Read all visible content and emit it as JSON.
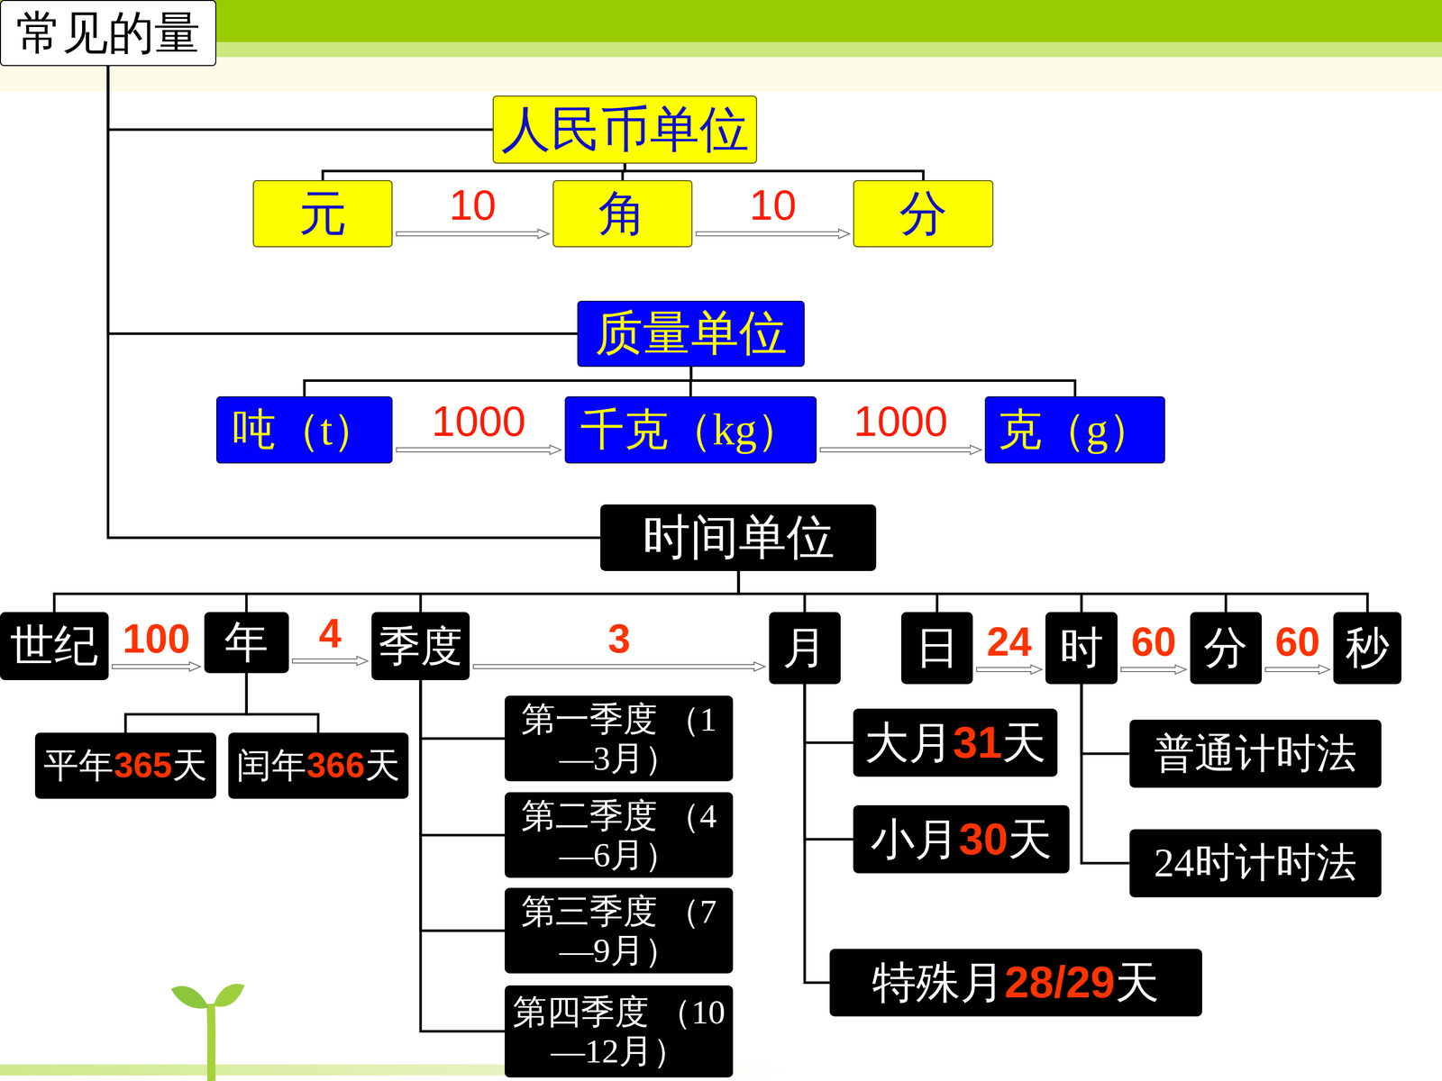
{
  "diagram": {
    "nodes": [
      {
        "text": [
          "常见的量"
        ]
      },
      {
        "text": [
          "人民币单位"
        ]
      },
      {
        "text": [
          "元"
        ]
      },
      {
        "text": [
          "角"
        ]
      },
      {
        "text": [
          "分"
        ]
      },
      {
        "text": [
          "质量单位"
        ]
      },
      {
        "text": [
          "吨（t）"
        ]
      },
      {
        "text": [
          "千克（kg）"
        ]
      },
      {
        "text": [
          "克（g）"
        ]
      },
      {
        "text": [
          "时间单位"
        ]
      },
      {
        "text": [
          "世纪"
        ]
      },
      {
        "text": [
          "年"
        ]
      },
      {
        "text": [
          "季度"
        ]
      },
      {
        "text": [
          "月"
        ]
      },
      {
        "text": [
          "日"
        ]
      },
      {
        "text": [
          "时"
        ]
      },
      {
        "text": [
          "分"
        ]
      },
      {
        "text": [
          "秒"
        ]
      },
      {
        "text": [
          "平年365天"
        ]
      },
      {
        "text": [
          "闰年366天"
        ]
      },
      {
        "text": [
          "第一季度 （1—3月）"
        ]
      },
      {
        "text": [
          "第二季度 （4—6月）"
        ]
      },
      {
        "text": [
          "第三季度 （7—9月）"
        ]
      },
      {
        "text": [
          "第四季度 （10—12月）"
        ]
      },
      {
        "text": [
          "大月31天"
        ]
      },
      {
        "text": [
          "小月30天"
        ]
      },
      {
        "text": [
          "特殊月28/29天"
        ]
      },
      {
        "text": [
          "普通计时法"
        ]
      },
      {
        "text": [
          "24时计时法"
        ]
      }
    ],
    "edges": [
      {
        "from": 0,
        "to": 1,
        "arrow": "none"
      },
      {
        "from": 0,
        "to": 5,
        "arrow": "none"
      },
      {
        "from": 0,
        "to": 9,
        "arrow": "none"
      },
      {
        "from": 1,
        "to": 2,
        "arrow": "none"
      },
      {
        "from": 1,
        "to": 3,
        "arrow": "none"
      },
      {
        "from": 1,
        "to": 4,
        "arrow": "none"
      },
      {
        "from": 2,
        "to": 3,
        "arrow": "to",
        "label": "10"
      },
      {
        "from": 3,
        "to": 4,
        "arrow": "to",
        "label": "10"
      },
      {
        "from": 5,
        "to": 6,
        "arrow": "none"
      },
      {
        "from": 5,
        "to": 7,
        "arrow": "none"
      },
      {
        "from": 5,
        "to": 8,
        "arrow": "none"
      },
      {
        "from": 6,
        "to": 7,
        "arrow": "to",
        "label": "1000"
      },
      {
        "from": 7,
        "to": 8,
        "arrow": "to",
        "label": "1000"
      },
      {
        "from": 9,
        "to": 10,
        "arrow": "none"
      },
      {
        "from": 9,
        "to": 11,
        "arrow": "none"
      },
      {
        "from": 9,
        "to": 12,
        "arrow": "none"
      },
      {
        "from": 9,
        "to": 13,
        "arrow": "none"
      },
      {
        "from": 9,
        "to": 14,
        "arrow": "none"
      },
      {
        "from": 9,
        "to": 15,
        "arrow": "none"
      },
      {
        "from": 9,
        "to": 16,
        "arrow": "none"
      },
      {
        "from": 9,
        "to": 17,
        "arrow": "none"
      },
      {
        "from": 10,
        "to": 11,
        "arrow": "to",
        "label": "100"
      },
      {
        "from": 11,
        "to": 12,
        "arrow": "to",
        "label": "4"
      },
      {
        "from": 12,
        "to": 13,
        "arrow": "to",
        "label": "3"
      },
      {
        "from": 14,
        "to": 15,
        "arrow": "to",
        "label": "24"
      },
      {
        "from": 15,
        "to": 16,
        "arrow": "to",
        "label": "60"
      },
      {
        "from": 16,
        "to": 17,
        "arrow": "to",
        "label": "60"
      },
      {
        "from": 11,
        "to": 18,
        "arrow": "none"
      },
      {
        "from": 11,
        "to": 19,
        "arrow": "none"
      },
      {
        "from": 12,
        "to": 20,
        "arrow": "none"
      },
      {
        "from": 12,
        "to": 21,
        "arrow": "none"
      },
      {
        "from": 12,
        "to": 22,
        "arrow": "none"
      },
      {
        "from": 12,
        "to": 23,
        "arrow": "none"
      },
      {
        "from": 13,
        "to": 24,
        "arrow": "none"
      },
      {
        "from": 13,
        "to": 25,
        "arrow": "none"
      },
      {
        "from": 13,
        "to": 26,
        "arrow": "none"
      },
      {
        "from": 15,
        "to": 27,
        "arrow": "none"
      },
      {
        "from": 15,
        "to": 28,
        "arrow": "none"
      }
    ]
  }
}
